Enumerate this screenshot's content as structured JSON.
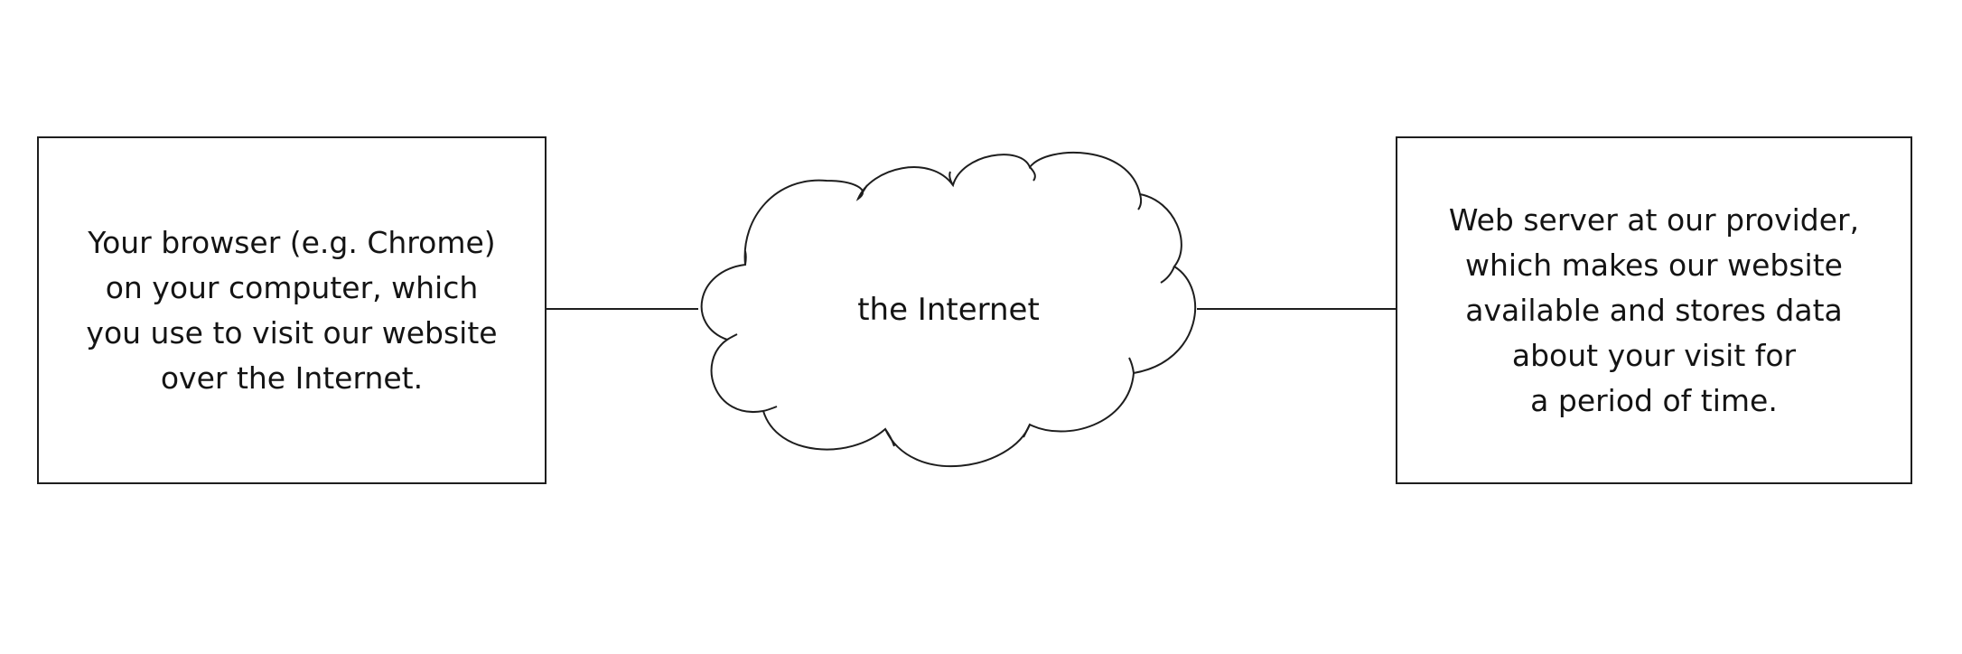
{
  "diagram": {
    "client": {
      "text": "Your browser (e.g. Chrome)\non your computer, which\nyou use to visit our website\nover the Internet."
    },
    "network": {
      "label": "the Internet",
      "icon": "cloud-icon"
    },
    "server": {
      "text": "Web server at our provider,\nwhich makes our website\navailable and stores data\nabout your visit for\na period of time."
    }
  },
  "colors": {
    "stroke": "#1e1e1e",
    "text": "#141414",
    "background": "#ffffff"
  }
}
